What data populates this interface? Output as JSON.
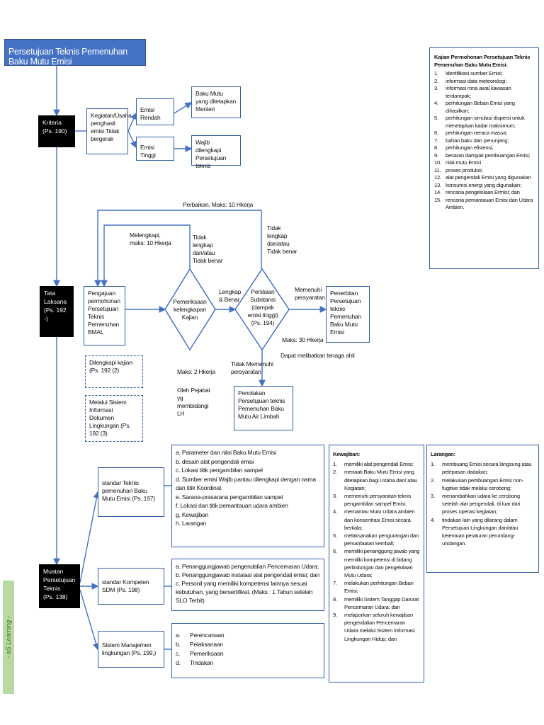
{
  "title": "Persetujuan Teknis Pemenuhan Baku Mutu Emisi",
  "criteria": {
    "label": "Kriteria",
    "ref": "(Ps. 190)"
  },
  "kegiatan": "Kegiatan/Usaha penghasil emisi Tidak bergerak",
  "emisi_rendah": "Emisi Rendah",
  "emisi_tinggi": "Emisi Tinggi",
  "baku_mutu": "Baku Mutu yang ditetapkan Menteri",
  "wajib": "Wajib dilengkapi Persetujuan teknis",
  "tata_laksana": {
    "label": "Tata Laksana",
    "ref": "(Ps. 192 -)"
  },
  "pengajuan": "Pengajuan permohonan Persetujuan Teknis Pemenuhan BMAL",
  "pemeriksaan": "Pemeriksaan kelengkapan Kajian",
  "penilaian": "Penilaian Substansi (dampak emisi tinggi) (Ps. 194)",
  "penerbitan": "Penerbitan Persetujuan teknis Pemenuhan Baku Mutu Emisi",
  "penolakan": "Penolakan Persetujuan teknis Pemenuhan Baku Mutu Air Limbah",
  "dilengkapi": "Dilengkapi kajian (Ps. 192 (2)",
  "melalui": "Melalui Sistem Informasi Dokumen Lingkungan (Ps. 192 (3)",
  "labels": {
    "perbaikan": "Perbaikan, Maks: 10 Hkerja",
    "melengkapi": "Melengkapi, maks: 10 Hkerja",
    "tidak_lengkap_1": "Tidak lengkap dan/atau Tidak benar",
    "tidak_lengkap_2": "Tidak lengkap dan/atau Tidak benar",
    "lengkap": "Lengkap & Benar",
    "memenuhi": "Memenuhi persyaratan",
    "maks30": "Maks: 30 Hkerja",
    "tenaga_ahli": "Dapat melibatkan tenaga ahli",
    "tidak_memenuhi": "Tidak Memenuhi persyaratan",
    "maks2": "Maks: 2 Hkerja",
    "pejabat": "Oleh Pejabat yg membidangi LH"
  },
  "kajian_panel": {
    "title": "Kajian Permohonan Persetujuan Teknis Pemenuhan Baku Mutu Emisi:",
    "items": [
      {
        "n": "1.",
        "t": "identifikasi sumber Emisi;"
      },
      {
        "n": "2.",
        "t": "informasi data meteorologi;"
      },
      {
        "n": "3.",
        "t": "informasi rona awal kawasan terdampak;"
      },
      {
        "n": "4.",
        "t": "perhitungan Beban Emisi yang dihasilkan;"
      },
      {
        "n": "5.",
        "t": "perhitungan simulasi dispersi untuk menetapkan kadar maksimum;"
      },
      {
        "n": "6.",
        "t": "perhitungan neraca massa;"
      },
      {
        "n": "7.",
        "t": "bahan baku dan penunjang;"
      },
      {
        "n": "8.",
        "t": "perhitungan efisiensi;"
      },
      {
        "n": "9.",
        "t": "besaran dampak pembuangan Emisi;"
      },
      {
        "n": "10.",
        "t": "nilai mutu Emisi"
      },
      {
        "n": "11.",
        "t": "proses produksi;"
      },
      {
        "n": "12.",
        "t": "alat pengendali Emisi yang digunakan"
      },
      {
        "n": "13.",
        "t": "konsumsi energi yang digunakan;"
      },
      {
        "n": "14.",
        "t": "rencana pengelolaan Ermisi; dan"
      },
      {
        "n": "15.",
        "t": "rencana pemantauan Emisi dan Udara Ambien."
      }
    ]
  },
  "muatan": {
    "label": "Muatan Persetujuan Teknis",
    "ref": "(Ps. 138)"
  },
  "standar_teknis": "standar Teknis pemenuhan Baku Mutu Emisi (Ps. 197)",
  "standar_sdm": "standar Kompeten SDM (Ps. 198)",
  "sistem_manajemen": "Sistem Manajemen lingkungan (Ps. 199,)",
  "teknis_list": [
    "a. Parameter dan nilai Baku Mutu Emisi",
    "b. desain alat pengendali emisi",
    "c. Lokasi titik pengambilan sampel",
    "d. Sumber emisi Wajib pantau dilengkapi dengan nama dan titik Koordinat",
    "e. Sarana-prasarana pengambilan sampel",
    "f. Lokasi dan titik pemantauan udara ambien",
    "g. Kewajiban",
    "h. Larangan"
  ],
  "sdm_list": [
    "a. Penanggungjawab pengendalian Pencemaran Udara;",
    "b. Penanggungjawab instalasi alat pengendali emisi; dan",
    "c. Personil yang memiliki kompetensi lainnya sesuai kebutuhan, yang bersertifikat. (Maks : 1 Tahun setelah SLO Terbit)"
  ],
  "manajemen_list": [
    {
      "n": "a.",
      "t": "Perencanaan"
    },
    {
      "n": "b.",
      "t": "Pelaksanaan"
    },
    {
      "n": "c.",
      "t": "Pemeriksaan"
    },
    {
      "n": "d.",
      "t": "Tindakan"
    }
  ],
  "kewajiban": {
    "title": "Kewajiban:",
    "items": [
      {
        "n": "1.",
        "t": "memiliki alat pengendali Emisi;"
      },
      {
        "n": "2.",
        "t": "menaati Baku Mutu Emisi yang ditetapkan bagi Usaha dan/ atau Kegiatan;"
      },
      {
        "n": "3.",
        "t": "memenuhi persyaratan teknis pengambilan sampel Emisi;"
      },
      {
        "n": "4.",
        "t": "memantau Mutu Udara ambien dan konsentrasi Emisi secara berkala;"
      },
      {
        "n": "5.",
        "t": "melaksanakan pengurangan dan pemanfaatan kembali;"
      },
      {
        "n": "6.",
        "t": "memiliki penanggung jawab yang memiliki kompetensi di bidang perlindungan dan pengelolaan Mutu Udara;"
      },
      {
        "n": "7.",
        "t": "melakukan perhitungan Beban Emisi;"
      },
      {
        "n": "8.",
        "t": "memiliki Sistem Tanggap Darurat Pencemaran Udara; dan"
      },
      {
        "n": "9.",
        "t": "melaporkan seluruh kewajiban pengendalian Pencemaran Udara melalui Sistem Informasi Lingkungan Hidup; dan"
      }
    ]
  },
  "larangan": {
    "title": "Larangan:",
    "items": [
      {
        "n": "1.",
        "t": "membuang Emisi secara langsung atau pelepasan dadakan;"
      },
      {
        "n": "2.",
        "t": "melakukan pembuangan Emisi non-fugitive tidak melalui cerobong;"
      },
      {
        "n": "3.",
        "t": "menambahkan udara ke cerobong setelah alat pengendali, di luar dari proses operasi kegiatan;"
      },
      {
        "n": "4.",
        "t": "tindakan lain yang dilarang dalam Persetujuan Lingkungan dan/atau ketentuan peraturan perundang-undangan."
      }
    ]
  },
  "watermark": "- aS Learning -",
  "colors": {
    "line": "#4472c4",
    "box_border": "#2f5fa7",
    "title_bg": "#4472c4",
    "green": "#b8d9a3"
  }
}
